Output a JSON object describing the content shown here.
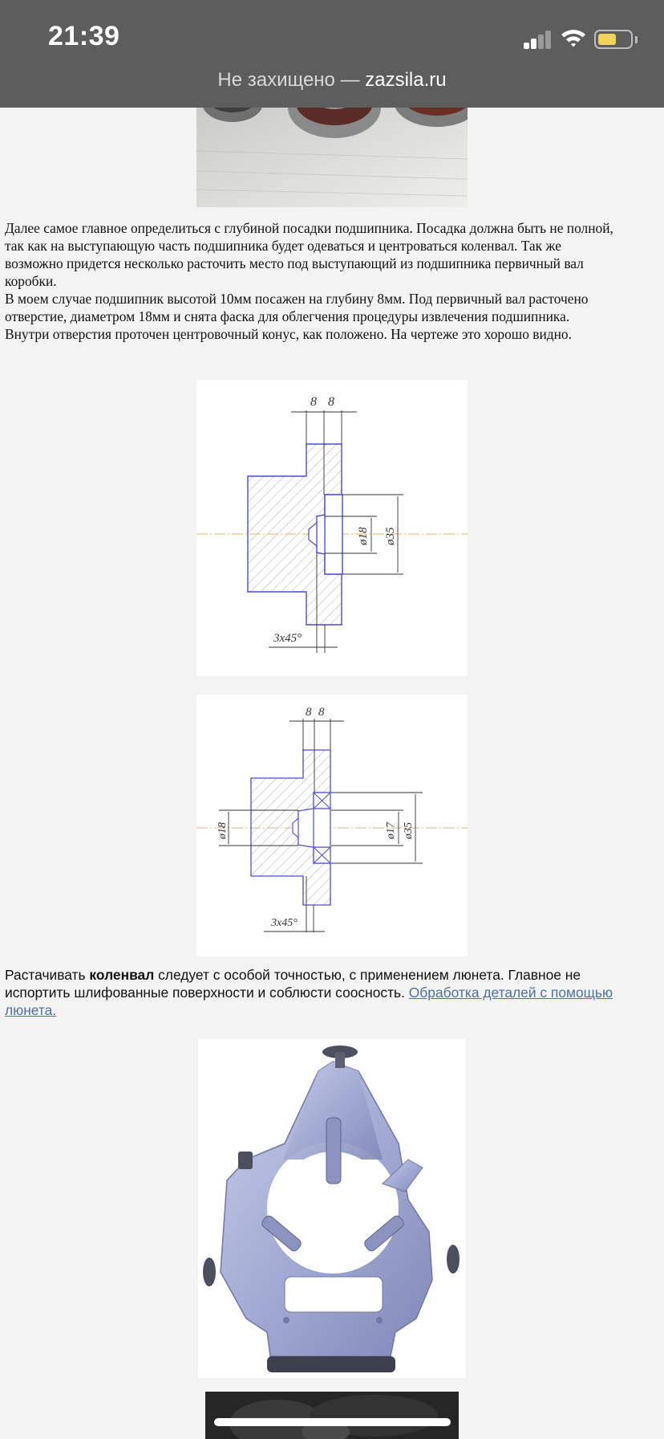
{
  "status_bar": {
    "time": "21:39",
    "battery_level": 0.55
  },
  "address_bar": {
    "security_text": "Не захищено —",
    "domain": "zazsila.ru"
  },
  "article": {
    "paragraph_1_lines": [
      "Далее самое главное определиться с глубиной посадки подшипника. Посадка должна быть не полной,",
      "так как на выступающую часть подшипника будет одеваться и центроваться коленвал. Так же",
      "возможно придется несколько расточить место под выступающий из подшипника первичный вал",
      "коробки.",
      "В моем случае подшипник высотой 10мм посажен на глубину 8мм. Под первичный вал расточено",
      "отверстие, диаметром 18мм и  снята фаска для облегчения процедуры извлечения подшипника.",
      "Внутри отверстия проточен центровочный конус, как положено. На чертеже это хорошо видно."
    ],
    "paragraph_2": {
      "line1_before": "Растачивать ",
      "line1_bold": "коленвал",
      "line1_after": " следует  с особой точностью, с применением  люнета. Главное не",
      "line2_text": "испортить шлифованные поверхности и соблюсти соосность. ",
      "link_line1": "Обработка деталей с помощью",
      "link_line2": "люнета."
    }
  },
  "drawing_1": {
    "dim_top_left": "8",
    "dim_top_right": "8",
    "dim_inner": "ø18",
    "dim_outer": "ø35",
    "chamfer": "3x45°"
  },
  "drawing_2": {
    "dim_top_left": "8",
    "dim_top_right": "8",
    "dim_left": "ø18",
    "dim_inner": "ø17",
    "dim_outer": "ø35",
    "chamfer": "3x45°"
  },
  "colors": {
    "status_bar_bg": "#5d5d5d",
    "page_bg": "#f4f3f3",
    "link": "#4f6fa2",
    "drawing_outline": "#4a4ad0",
    "center_line": "#e8b070",
    "steady_rest_body": "#a7afd6"
  }
}
